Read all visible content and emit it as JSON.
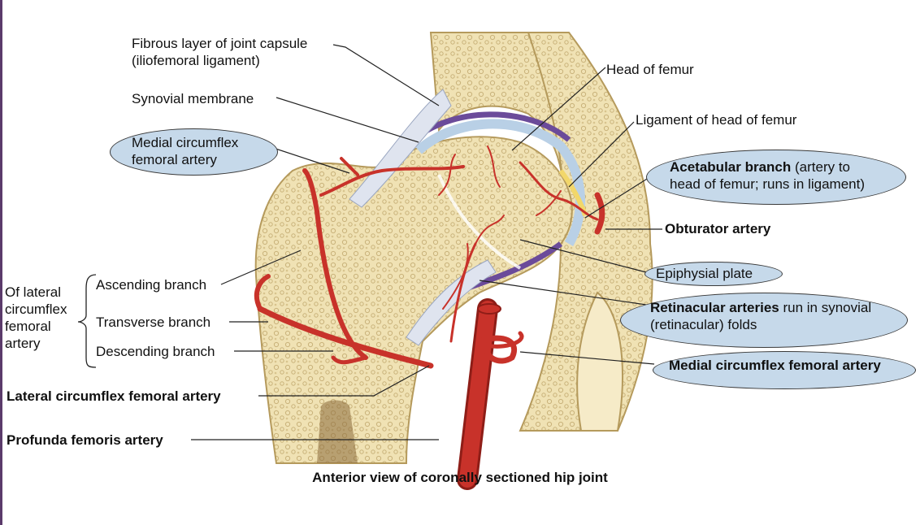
{
  "labels": {
    "fibrous_layer_1": "Fibrous layer of joint capsule",
    "fibrous_layer_2": "(iliofemoral ligament)",
    "synovial_membrane": "Synovial membrane",
    "medial_circumflex_top_1": "Medial circumflex",
    "medial_circumflex_top_2": "femoral artery",
    "head_of_femur": "Head of femur",
    "ligament_head_femur": "Ligament of head of femur",
    "acetabular_bold": "Acetabular branch",
    "acetabular_rest_1": " (artery to",
    "acetabular_rest_2": "head of femur; runs in ligament)",
    "obturator": "Obturator artery",
    "epiphysial_plate": "Epiphysial plate",
    "retinacular_bold": "Retinacular arteries",
    "retinacular_rest_1": " run in synovial",
    "retinacular_rest_2": "(retinacular) folds",
    "medial_circumflex_bottom": "Medial circumflex femoral artery",
    "of_lateral_1": "Of lateral",
    "of_lateral_2": "circumflex",
    "of_lateral_3": "femoral",
    "of_lateral_4": "artery",
    "ascending_branch": "Ascending branch",
    "transverse_branch": "Transverse branch",
    "descending_branch": "Descending branch",
    "lateral_circumflex": "Lateral circumflex femoral artery",
    "profunda": "Profunda femoris artery"
  },
  "caption": "Anterior view of coronally sectioned hip joint",
  "colors": {
    "bone": "#f0e2b4",
    "bone_dark": "#d9c58c",
    "artery": "#c8322a",
    "artery_dark": "#8e1d17",
    "synovial": "#6b4b9a",
    "cartilage": "#b9d0e6",
    "highlight_oval": "#c6d9ea"
  }
}
